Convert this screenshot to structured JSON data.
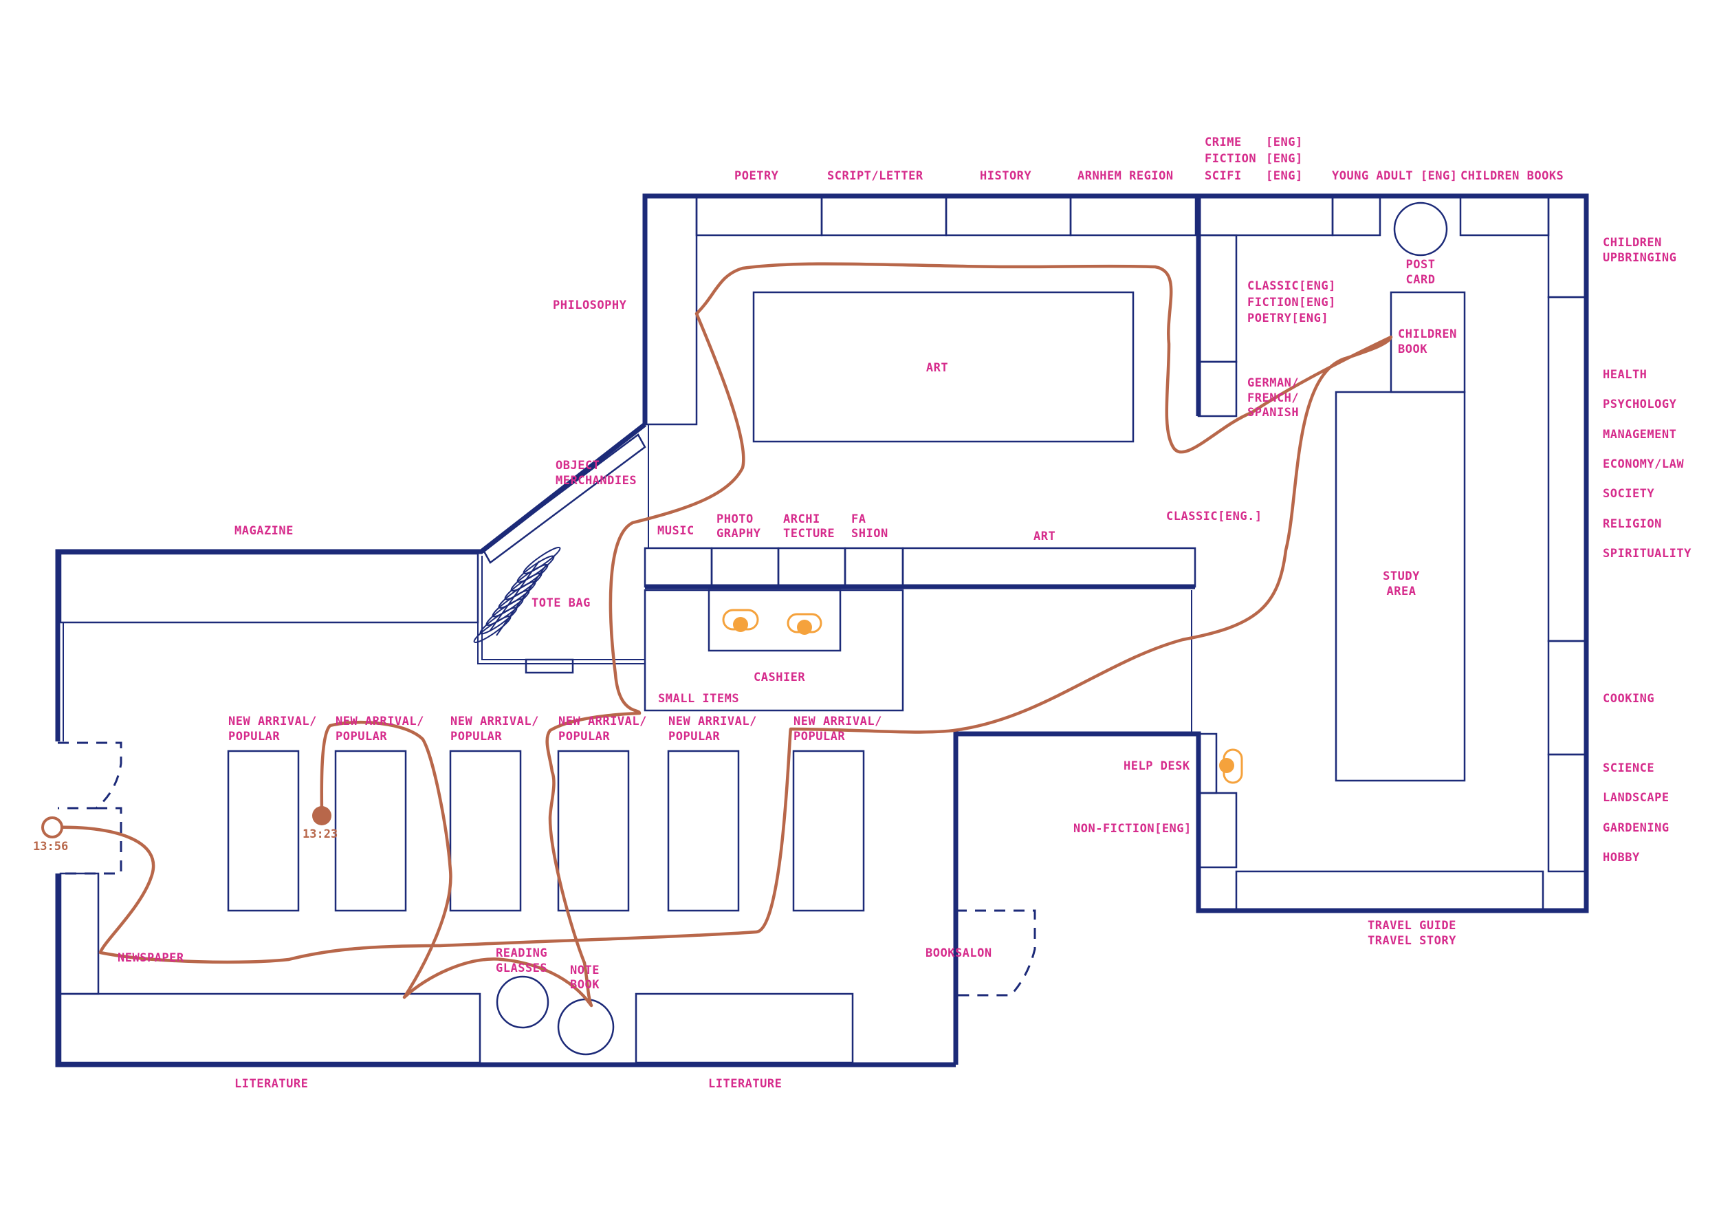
{
  "colors": {
    "wall": "#1c2a78",
    "label": "#d62c8c",
    "route": "#b8674a",
    "seat": "#f5a23c",
    "background": "#ffffff"
  },
  "labels": {
    "poetry": "POETRY",
    "script_letter": "SCRIPT/LETTER",
    "history": "HISTORY",
    "arnhem_region": "ARNHEM REGION",
    "crime": "CRIME",
    "fiction": "FICTION",
    "scifi": "SCIFI",
    "eng_1": "[ENG]",
    "eng_2": "[ENG]",
    "eng_3": "[ENG]",
    "young_adult": "YOUNG ADULT [ENG]",
    "children_books": "CHILDREN BOOKS",
    "children_upbringing_1": "CHILDREN",
    "children_upbringing_2": "UPBRINGING",
    "post_card_1": "POST",
    "post_card_2": "CARD",
    "classic_eng": "CLASSIC[ENG]",
    "fiction_eng": "FICTION[ENG]",
    "poetry_eng": "POETRY[ENG]",
    "german_1": "GERMAN/",
    "german_2": "FRENCH/",
    "german_3": "SPANISH",
    "children_book_1": "CHILDREN",
    "children_book_2": "BOOK",
    "philosophy": "PHILOSOPHY",
    "art_top": "ART",
    "health": "HEALTH",
    "psychology": "PSYCHOLOGY",
    "management": "MANAGEMENT",
    "economy_law": "ECONOMY/LAW",
    "society": "SOCIETY",
    "religion": "RELIGION",
    "spirituality": "SPIRITUALITY",
    "object_1": "OBJECT",
    "object_2": "MERCHANDIES",
    "classic_eng_dot": "CLASSIC[ENG.]",
    "magazine": "MAGAZINE",
    "music": "MUSIC",
    "photo_1": "PHOTO",
    "photo_2": "GRAPHY",
    "archi_1": "ARCHI",
    "archi_2": "TECTURE",
    "fa_1": "FA",
    "fa_2": "SHION",
    "art_mid": "ART",
    "study_1": "STUDY",
    "study_2": "AREA",
    "tote_bag": "TOTE BAG",
    "cashier": "CASHIER",
    "small_items": "SMALL ITEMS",
    "cooking": "COOKING",
    "new_arrival": "NEW ARRIVAL/",
    "popular": "POPULAR",
    "help_desk": "HELP DESK",
    "science": "SCIENCE",
    "landscape": "LANDSCAPE",
    "gardening": "GARDENING",
    "hobby": "HOBBY",
    "non_fiction_eng": "NON-FICTION[ENG]",
    "newspaper": "NEWSPAPER",
    "reading_1": "READING",
    "reading_2": "GLASSES",
    "note_1": "NOTE",
    "note_2": "BOOK",
    "booksalon": "BOOKSALON",
    "travel_guide": "TRAVEL GUIDE",
    "travel_story": "TRAVEL STORY",
    "literature_left": "LITERATURE",
    "literature_right": "LITERATURE"
  },
  "route": {
    "start_time": "13:56",
    "end_time": "13:23"
  }
}
